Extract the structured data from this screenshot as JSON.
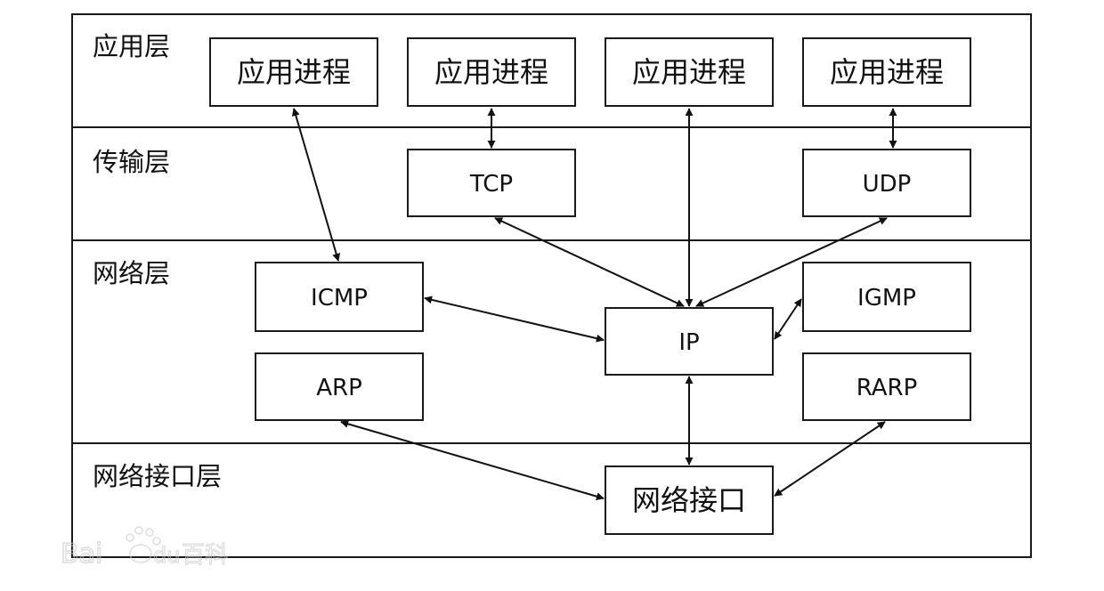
{
  "layers": {
    "application": "应用层",
    "transport": "传输层",
    "network": "网络层",
    "link": "网络接口层"
  },
  "boxes": {
    "app_process_1": "应用进程",
    "app_process_2": "应用进程",
    "app_process_3": "应用进程",
    "app_process_4": "应用进程",
    "tcp": "TCP",
    "udp": "UDP",
    "icmp": "ICMP",
    "igmp": "IGMP",
    "ip": "IP",
    "arp": "ARP",
    "rarp": "RARP",
    "network_interface": "网络接口"
  },
  "watermark": {
    "latin": "Bai",
    "latin2": "du",
    "cn": "百科"
  },
  "colors": {
    "stroke": "#1a1a1a",
    "watermark": "#c8c8c8"
  }
}
